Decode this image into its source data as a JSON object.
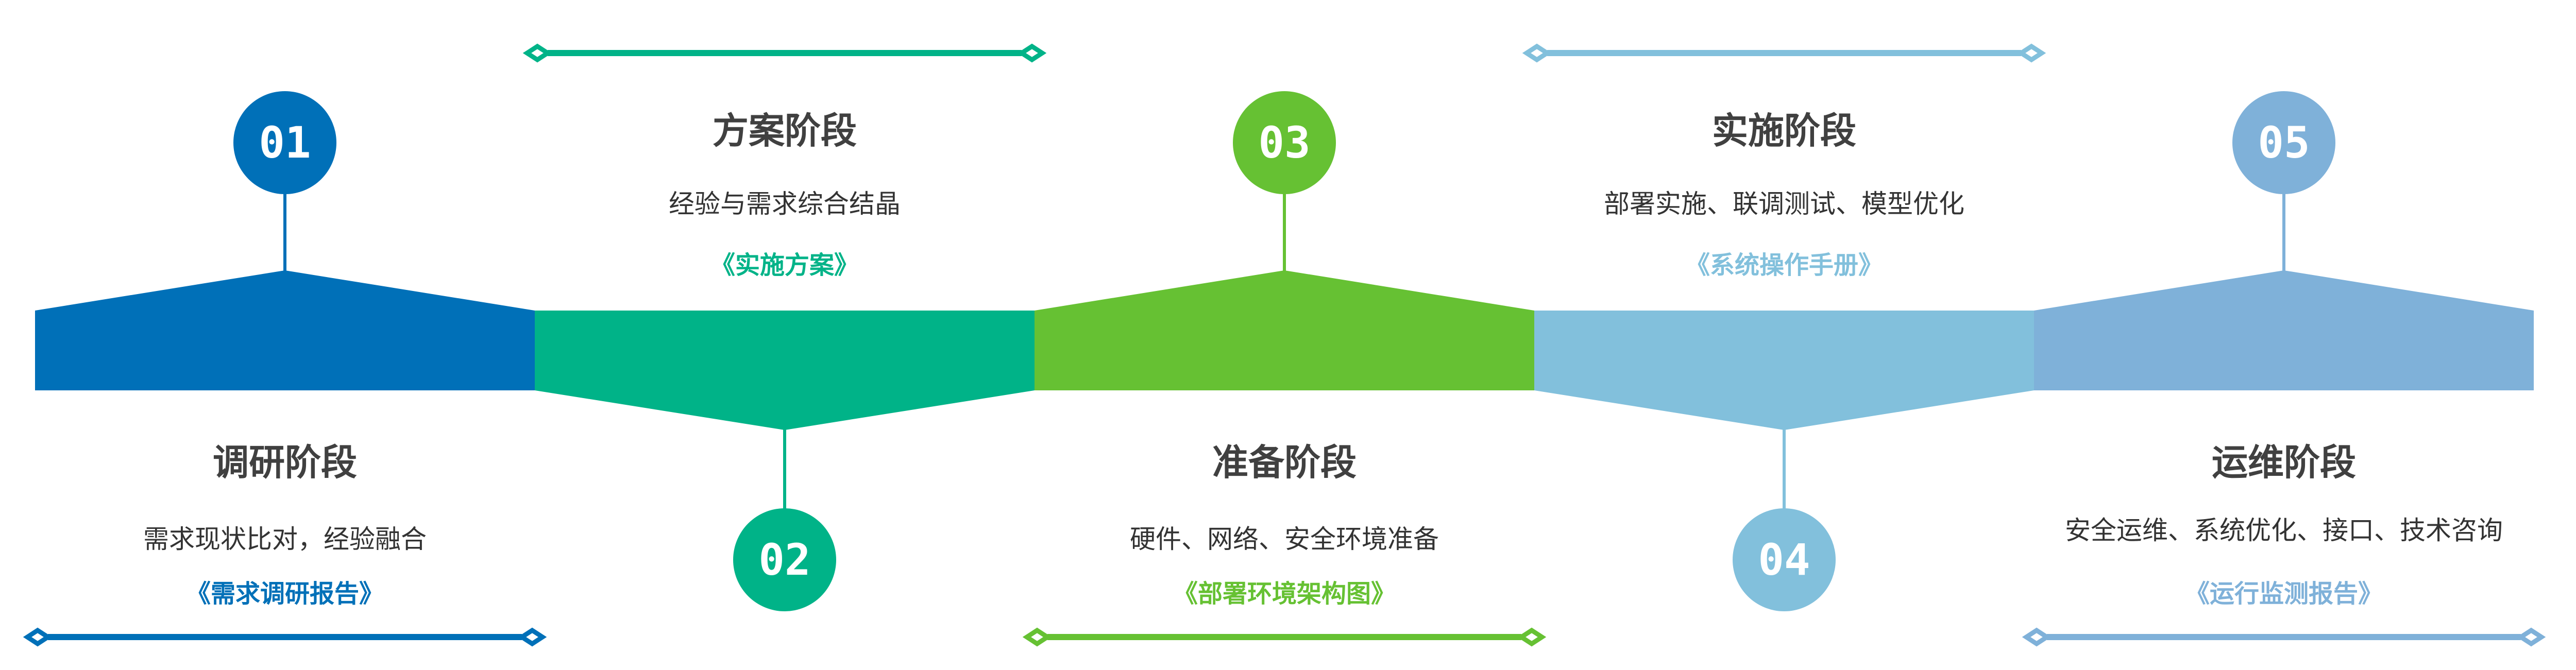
{
  "stages": [
    {
      "number": "01",
      "title": "调研阶段",
      "description": "需求现状比对，经验融合",
      "deliverable": "《需求调研报告》",
      "color": "#0070B8"
    },
    {
      "number": "02",
      "title": "方案阶段",
      "description": "经验与需求综合结晶",
      "deliverable": "《实施方案》",
      "color": "#00B388"
    },
    {
      "number": "03",
      "title": "准备阶段",
      "description": "硬件、网络、安全环境准备",
      "deliverable": "《部署环境架构图》",
      "color": "#66C133"
    },
    {
      "number": "04",
      "title": "实施阶段",
      "description": "部署实施、联调测试、模型优化",
      "deliverable": "《系统操作手册》",
      "color": "#82C0DC"
    },
    {
      "number": "05",
      "title": "运维阶段",
      "description": "安全运维、系统优化、接口、技术咨询",
      "deliverable": "《运行监测报告》",
      "color": "#7FB1D9"
    }
  ]
}
